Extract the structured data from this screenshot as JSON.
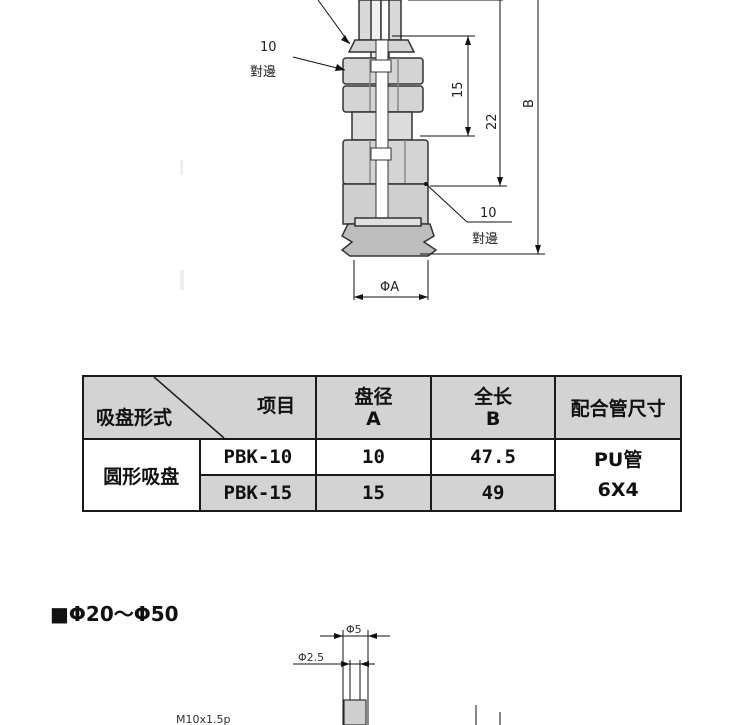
{
  "top_drawing": {
    "flat_label_upper_value": "10",
    "flat_label_upper_text": "對邊",
    "flat_label_lower_value": "10",
    "flat_label_lower_text": "對邊",
    "dim_15": "15",
    "dim_22": "22",
    "dim_B": "B",
    "dim_phiA": "ΦA"
  },
  "table": {
    "header": {
      "diag_left": "吸盘形式",
      "diag_right": "项目",
      "col_diameter_line1": "盘径",
      "col_diameter_line2": "A",
      "col_length_line1": "全长",
      "col_length_line2": "B",
      "col_tube": "配合管尺寸"
    },
    "group_label": "圆形吸盘",
    "rows": [
      {
        "model": "PBK-10",
        "diameter": "10",
        "length": "47.5"
      },
      {
        "model": "PBK-15",
        "diameter": "15",
        "length": "49"
      }
    ],
    "tube_line1": "PU管",
    "tube_line2": "6X4"
  },
  "section2": {
    "heading": "■Φ20～Φ50",
    "dim_phi5": "Φ5",
    "dim_phi25": "Φ2.5",
    "thread_label": "M10x1.5p"
  }
}
